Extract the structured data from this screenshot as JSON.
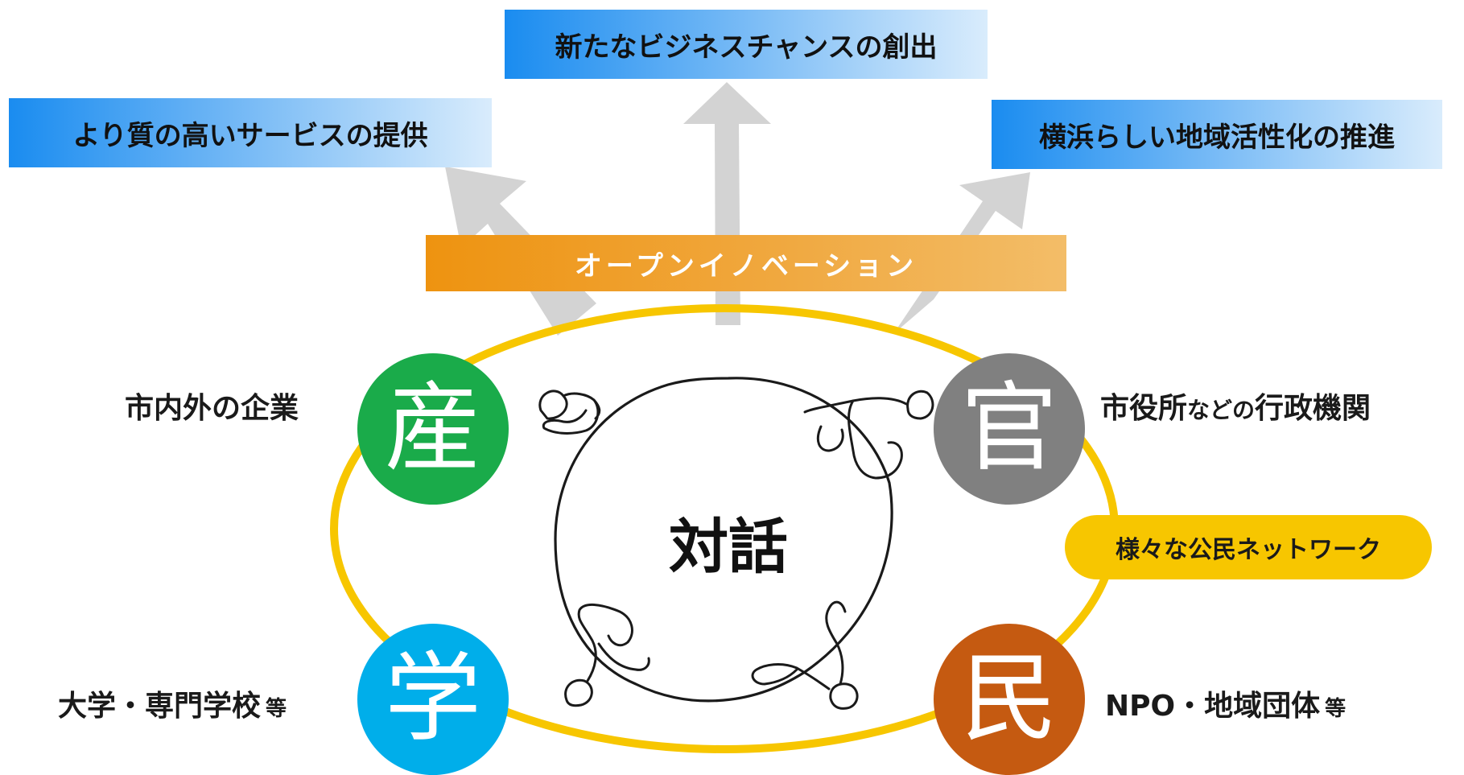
{
  "goals": {
    "left": "より質の高いサービスの提供",
    "center": "新たなビジネスチャンスの創出",
    "right": "横浜らしい地域活性化の推進"
  },
  "banner": "オープンイノベーション",
  "center": "対話",
  "sectors": {
    "industry": {
      "char": "産",
      "label": "市内外の企業",
      "color": "#1aab4a"
    },
    "government": {
      "char": "官",
      "label_main": "市役所",
      "label_small": "などの",
      "label_end": "行政機関",
      "color": "#808080"
    },
    "academia": {
      "char": "学",
      "label": "大学・専門学校",
      "suffix": "等",
      "color": "#00aeea"
    },
    "private": {
      "char": "民",
      "label": "NPO・地域団体",
      "suffix": "等",
      "color": "#c55a11"
    }
  },
  "network": "様々な公民ネットワーク",
  "colors": {
    "ring": "#f7c600",
    "arrow": "#d3d3d3",
    "banner": "#ee9310",
    "goal_box": "#1a8cf0"
  }
}
